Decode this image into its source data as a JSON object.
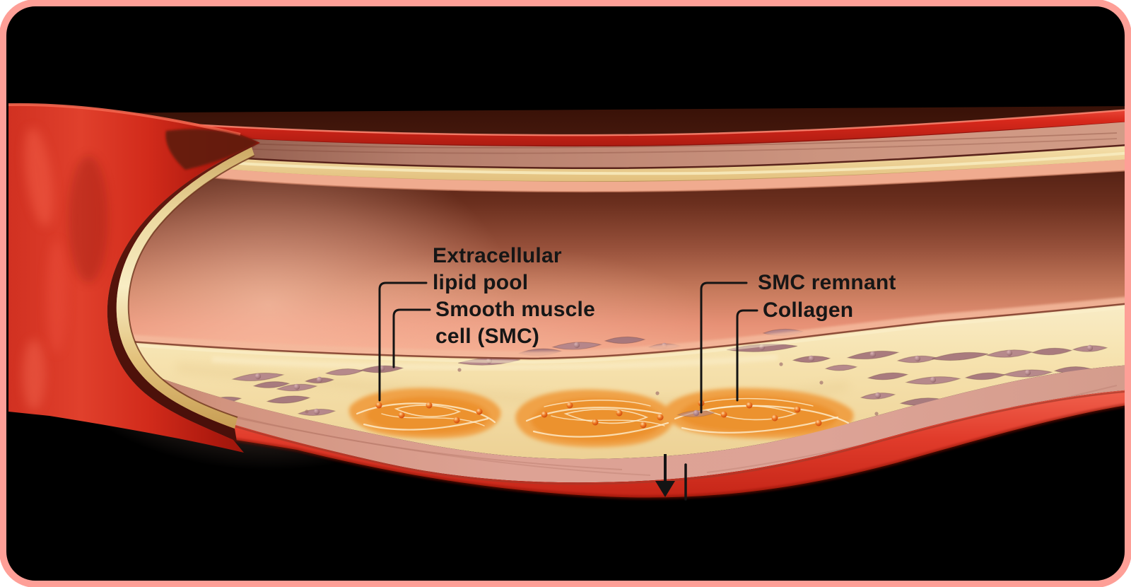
{
  "figure": {
    "kind": "medical illustration",
    "subject": "Cutaway of an artery wall with atherosclerotic plaque",
    "frame_border_color": "#fe9f97",
    "background_color": "#000000",
    "annotation_color": "#141414",
    "labels": {
      "extracellular_lipid_pool": {
        "line1": "Extracellular",
        "line2": "lipid pool"
      },
      "smooth_muscle_cell": {
        "line1": "Smooth muscle",
        "line2": "cell (SMC)"
      },
      "smc_remnant": {
        "text": "SMC remnant"
      },
      "collagen": {
        "text": "Collagen"
      }
    },
    "palette": {
      "vessel_red": "#d7281b",
      "adventitia_red": "#e13c2b",
      "media_pink": "#dda294",
      "plaque_cream": "#f6e2ae",
      "lipid_pool_orange": "#ee9a33",
      "collagen_fiber": "#fdf2d8",
      "smc_mauve": "#b3858a",
      "lumen_dark": "#4a1b0f",
      "lumen_salmon": "#f0a285",
      "elastic_lamina_gold": "#f3dda6"
    }
  }
}
